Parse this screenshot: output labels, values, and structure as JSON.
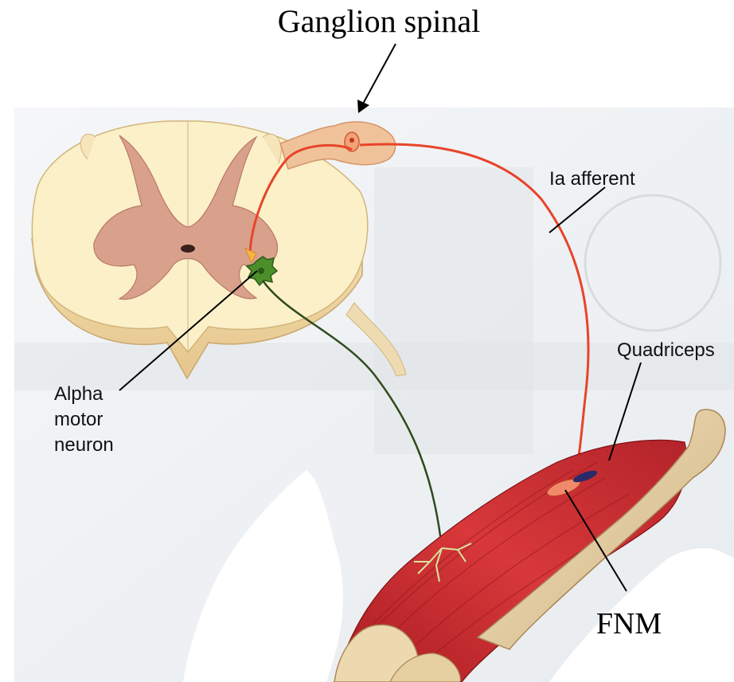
{
  "labels": {
    "ganglion": "Ganglion spinal",
    "ia_afferent": "Ia afferent",
    "quadriceps": "Quadriceps",
    "alpha_line1": "Alpha",
    "alpha_line2": "motor",
    "alpha_line3": "neuron",
    "fnm": "FNM"
  },
  "colors": {
    "afferent": "#e8442a",
    "efferent": "#2f4a1c",
    "grey_matter": "#d9a08c",
    "white_matter": "#fbf0c8",
    "muscle": "#c8262c",
    "bone": "#ecd9b0",
    "motor_neuron": "#4c8f2a",
    "ganglion": "#f0c29a"
  }
}
